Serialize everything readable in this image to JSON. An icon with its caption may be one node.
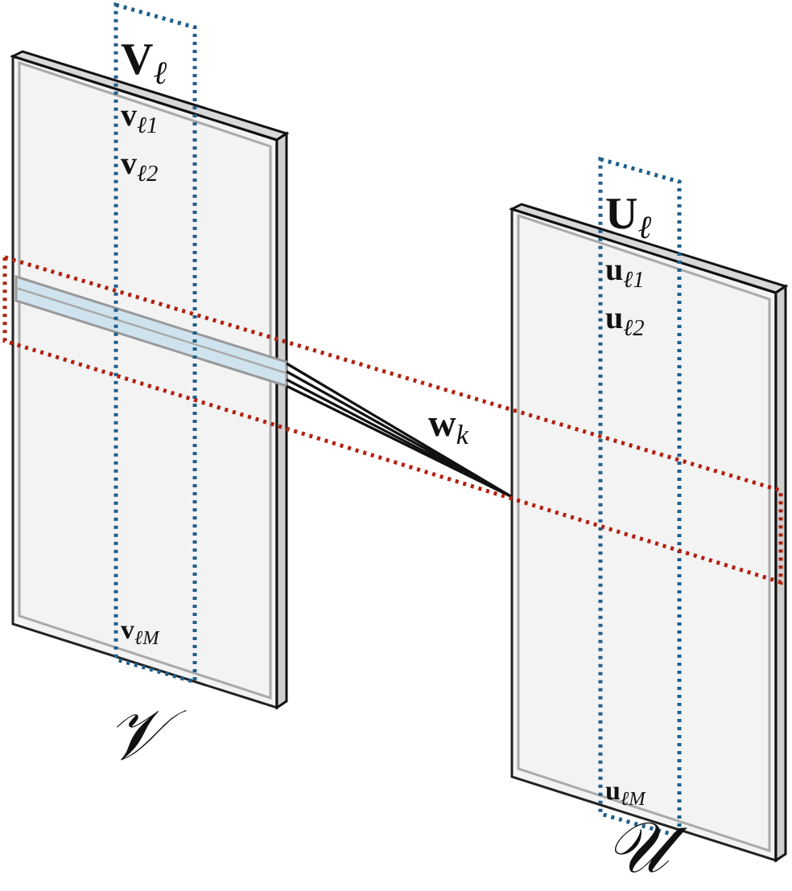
{
  "diagram": {
    "nodes": [
      {
        "text": [
          "𝒱"
        ]
      },
      {
        "text": [
          "**V**$_{ℓ}$",
          "**v**$_{ℓ1}$",
          "**v**$_{ℓ2}$",
          "**v**$_{ℓM}$"
        ]
      },
      {
        "text": [
          "𝒰"
        ]
      },
      {
        "text": [
          "**U**$_{ℓ}$",
          "**u**$_{ℓ1}$",
          "**u**$_{ℓ2}$",
          "**u**$_{ℓM}$"
        ]
      },
      {
        "text": [],
        "shape": "bar",
        "in": 0
      }
    ],
    "edges": [
      {
        "from": 4,
        "to": 2,
        "arrow": "none",
        "label": "**w**$_{k}$"
      }
    ]
  }
}
